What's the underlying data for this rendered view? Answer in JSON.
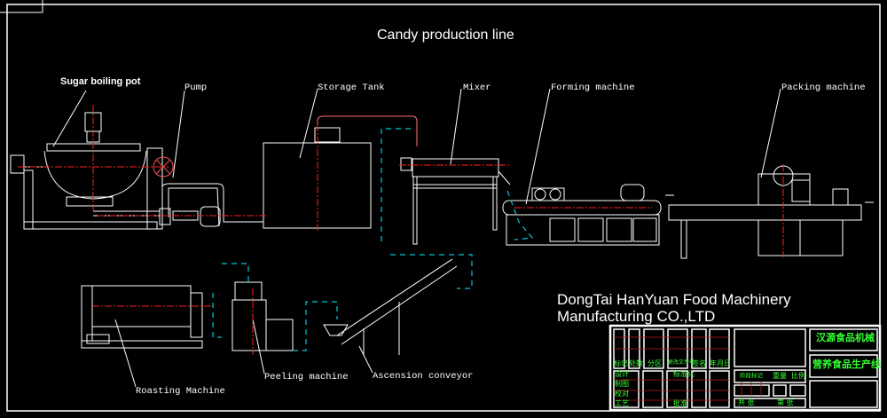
{
  "title": "Candy production line",
  "labels": {
    "sugar_pot": "Sugar boiling pot",
    "pump": "Pump",
    "storage_tank": "Storage Tank",
    "mixer": "Mixer",
    "forming": "Forming machine",
    "packing": "Packing machine",
    "roasting": "Roasting Machine",
    "peeling": "Peeling machine",
    "conveyor": "Ascension conveyor"
  },
  "company": {
    "line1": "DongTai HanYuan Food Machinery",
    "line2": "Manufacturing CO.,LTD"
  },
  "title_block": {
    "company_cn": "汉源食品机械",
    "drawing_cn": "营养食品生产线",
    "headers": [
      "标记",
      "处数",
      "分区",
      "更改文件号",
      "签名",
      "年月日"
    ],
    "roles": [
      "设计",
      "制图",
      "校对",
      "工艺"
    ],
    "standard": "标准化",
    "approve": "批准",
    "stage": "阶段标记",
    "weight": "重量",
    "scale": "比例",
    "total_sheets": "共 张",
    "sheet_no": "第 张"
  },
  "colors": {
    "line": "#ffffff",
    "center": "#ff2020",
    "pipe": "#ff4040",
    "dashed": "#00c8d8",
    "cn_text": "#33ff33"
  }
}
